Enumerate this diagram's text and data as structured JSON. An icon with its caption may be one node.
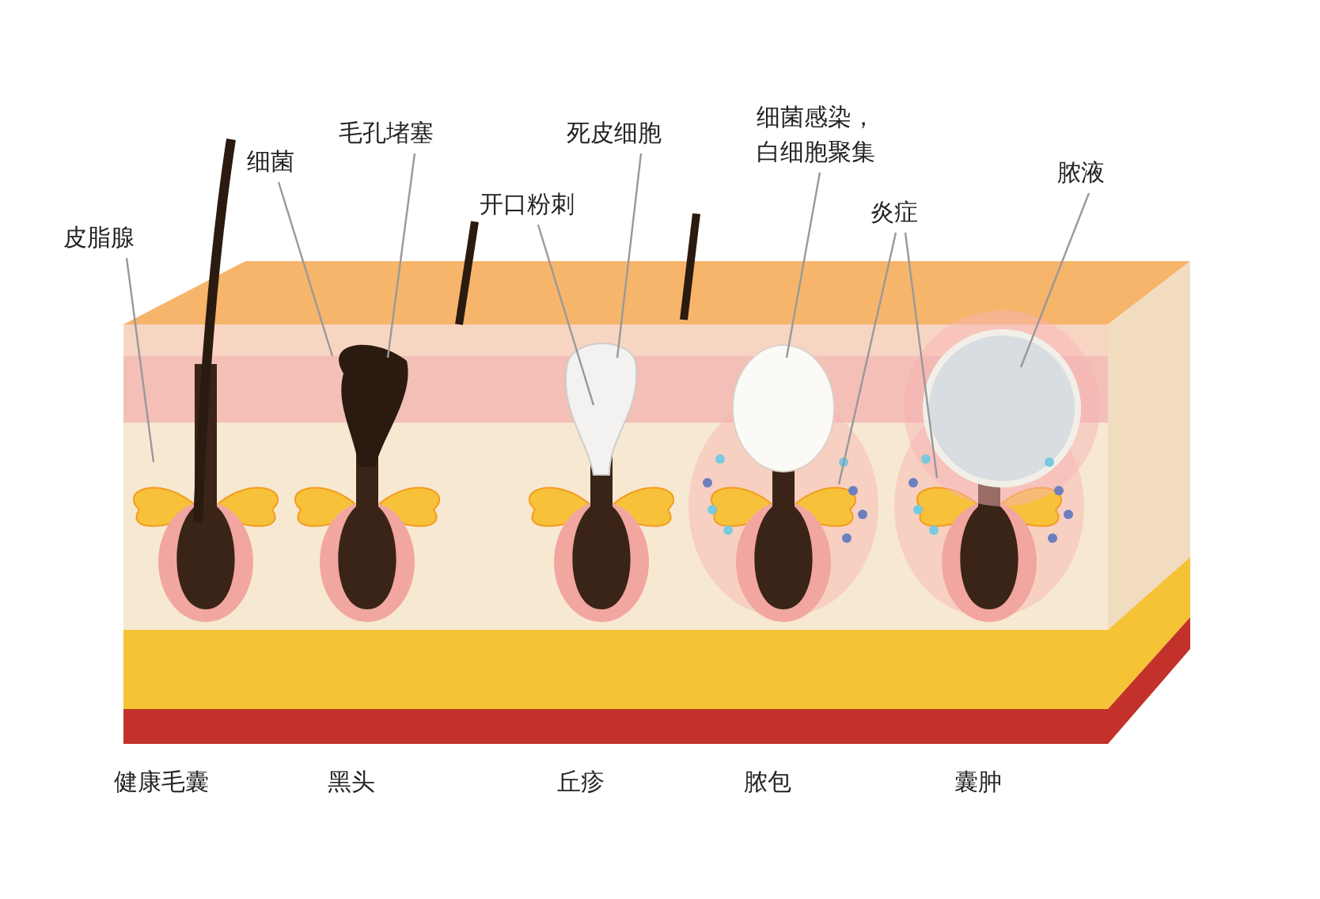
{
  "diagram": {
    "nodes": [
      {
        "text": [
          "皮脂腺"
        ]
      },
      {
        "text": [
          "细菌"
        ]
      },
      {
        "text": [
          "毛孔堵塞"
        ]
      },
      {
        "text": [
          "死皮细胞"
        ]
      },
      {
        "text": [
          "开口粉刺"
        ]
      },
      {
        "text": [
          "细菌感染，白细胞聚集"
        ]
      },
      {
        "text": [
          "炎症"
        ]
      },
      {
        "text": [
          "脓液"
        ]
      }
    ],
    "edges": [
      {
        "from": 0,
        "to": null,
        "arrow": "none"
      },
      {
        "from": 1,
        "to": null,
        "arrow": "none"
      },
      {
        "from": 2,
        "to": null,
        "arrow": "none"
      },
      {
        "from": 3,
        "to": null,
        "arrow": "none"
      },
      {
        "from": 4,
        "to": null,
        "arrow": "none"
      },
      {
        "from": 5,
        "to": null,
        "arrow": "none"
      },
      {
        "from": 6,
        "to": null,
        "arrow": "none"
      },
      {
        "from": 6,
        "to": null,
        "arrow": "none"
      },
      {
        "from": 7,
        "to": null,
        "arrow": "none"
      }
    ],
    "labels": [
      "健康毛囊",
      "黑头",
      "丘疹",
      "脓包",
      "囊肿"
    ]
  }
}
